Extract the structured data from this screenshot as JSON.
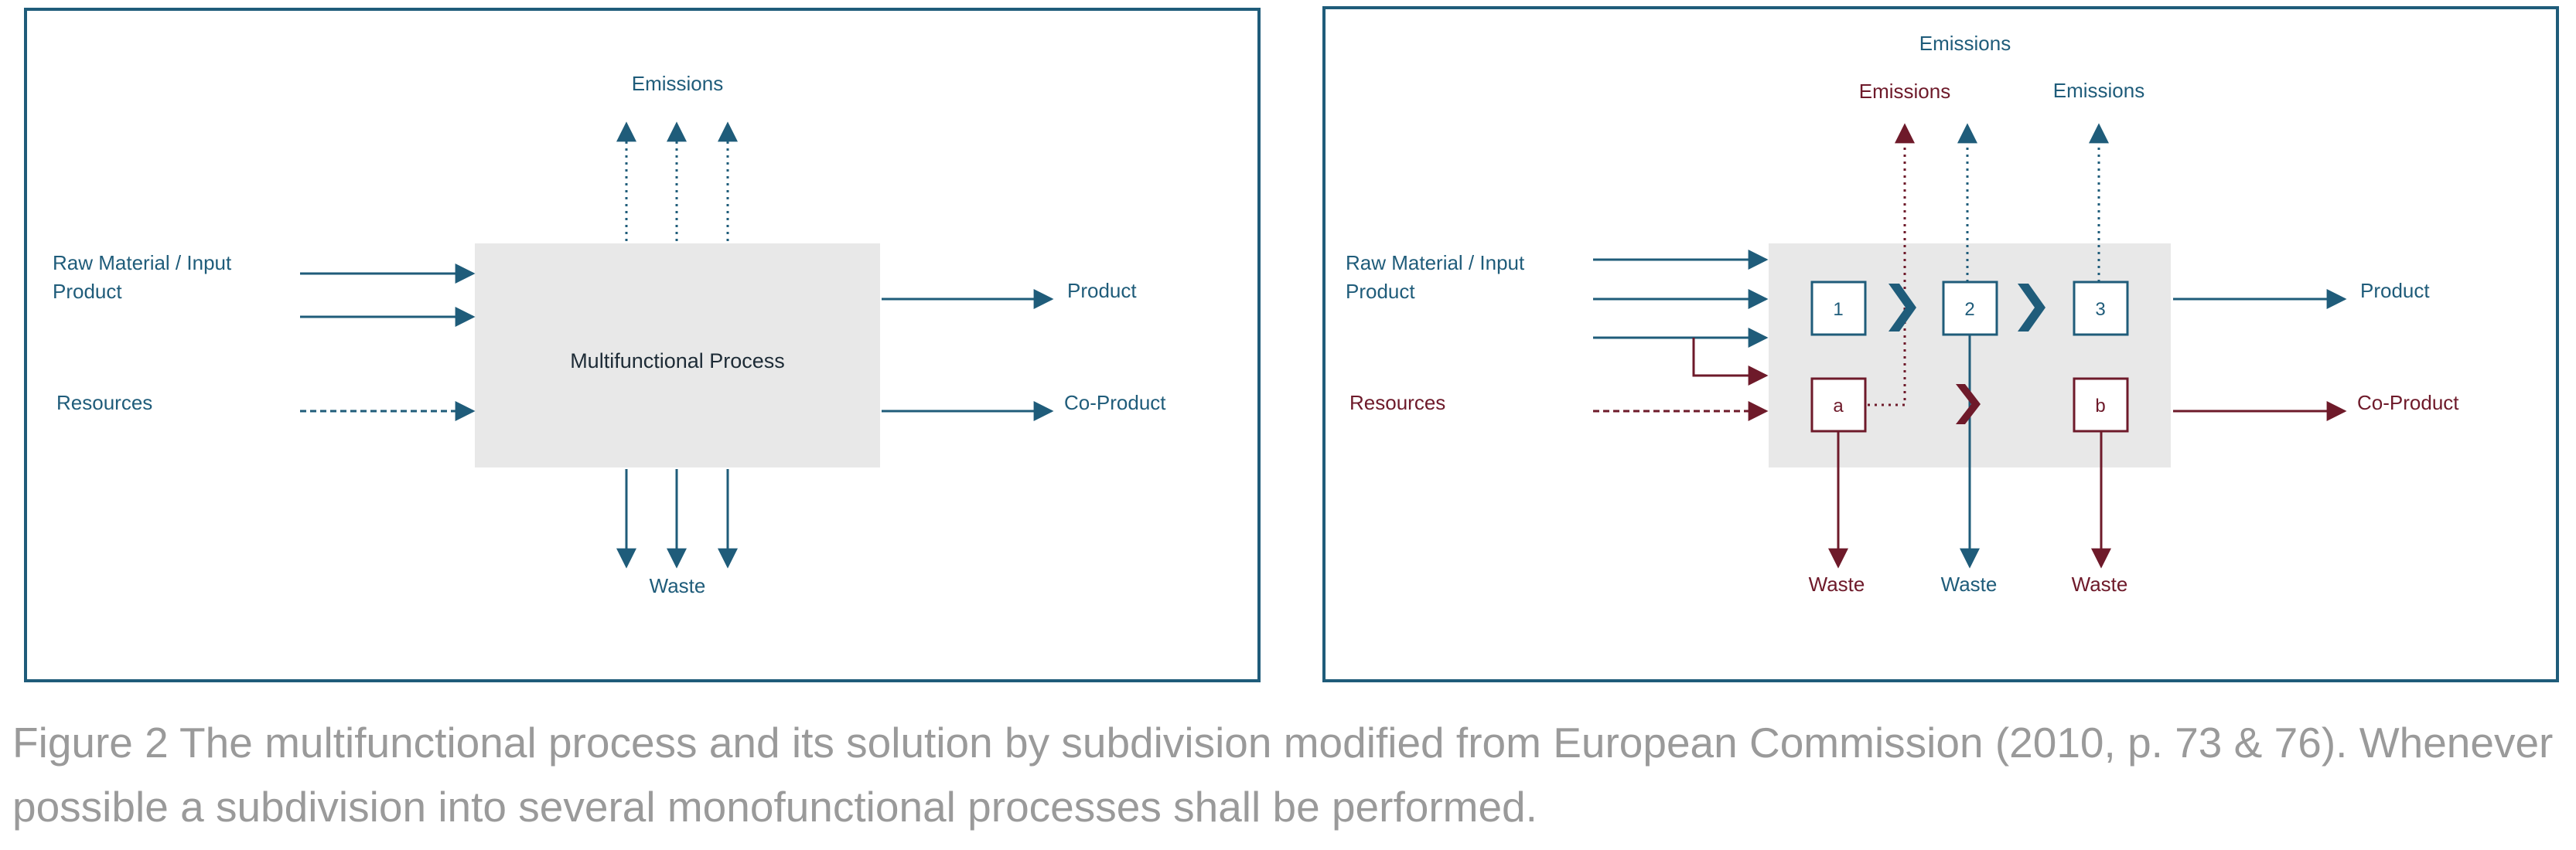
{
  "left_panel": {
    "emissions": "Emissions",
    "raw_material": [
      "Raw Material / Input",
      "Product"
    ],
    "resources": "Resources",
    "process": "Multifunctional Process",
    "product": "Product",
    "co_product": "Co-Product",
    "waste": "Waste"
  },
  "right_panel": {
    "emissions_top": "Emissions",
    "emissions_a": "Emissions",
    "emissions_3": "Emissions",
    "raw_material": [
      "Raw Material / Input",
      "Product"
    ],
    "resources": "Resources",
    "sub1": "1",
    "sub2": "2",
    "sub3": "3",
    "sub_a": "a",
    "sub_b": "b",
    "product": "Product",
    "co_product": "Co-Product",
    "waste_a": "Waste",
    "waste_2": "Waste",
    "waste_b": "Waste"
  },
  "caption": {
    "line1": "Figure 2 The multifunctional process and its solution by subdivision modified from European Commission (2010, p. 73 & 76). Whenever",
    "line2": "possible a subdivision into several monofunctional processes shall be performed."
  },
  "colors": {
    "blue": "#1f5c7a",
    "red": "#6e1a2a",
    "grey": "#e8e8e8",
    "caption": "#9a9a9a"
  }
}
